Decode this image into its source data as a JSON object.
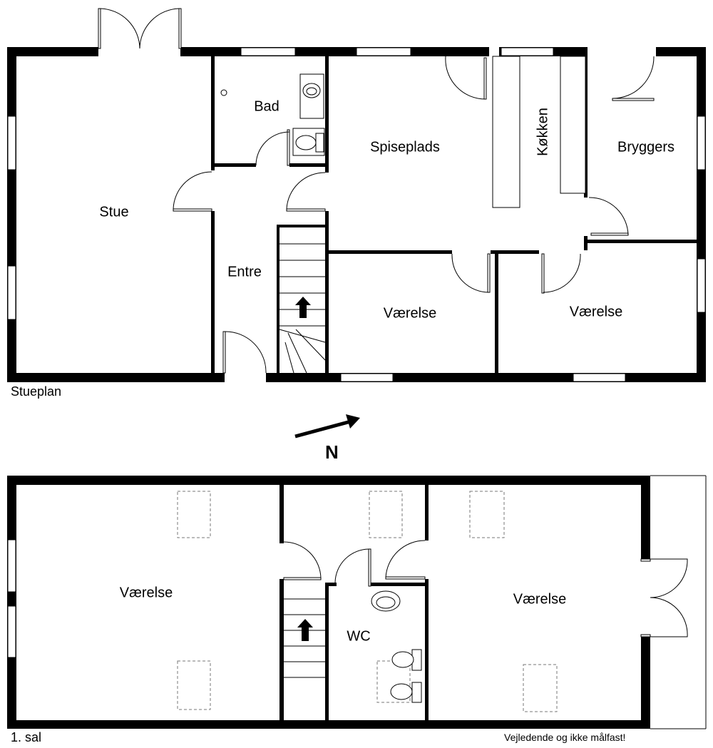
{
  "ground_floor": {
    "caption": "Stueplan",
    "rooms": {
      "stue": "Stue",
      "bad": "Bad",
      "entre": "Entre",
      "spiseplads": "Spiseplads",
      "kokken": "Køkken",
      "bryggers": "Bryggers",
      "vaerelse_1": "Værelse",
      "vaerelse_2": "Værelse"
    }
  },
  "compass": {
    "label": "N"
  },
  "upper_floor": {
    "caption": "1. sal",
    "rooms": {
      "vaerelse_left": "Værelse",
      "wc": "WC",
      "vaerelse_right": "Værelse"
    }
  },
  "disclaimer": "Vejledende og ikke målfast!"
}
